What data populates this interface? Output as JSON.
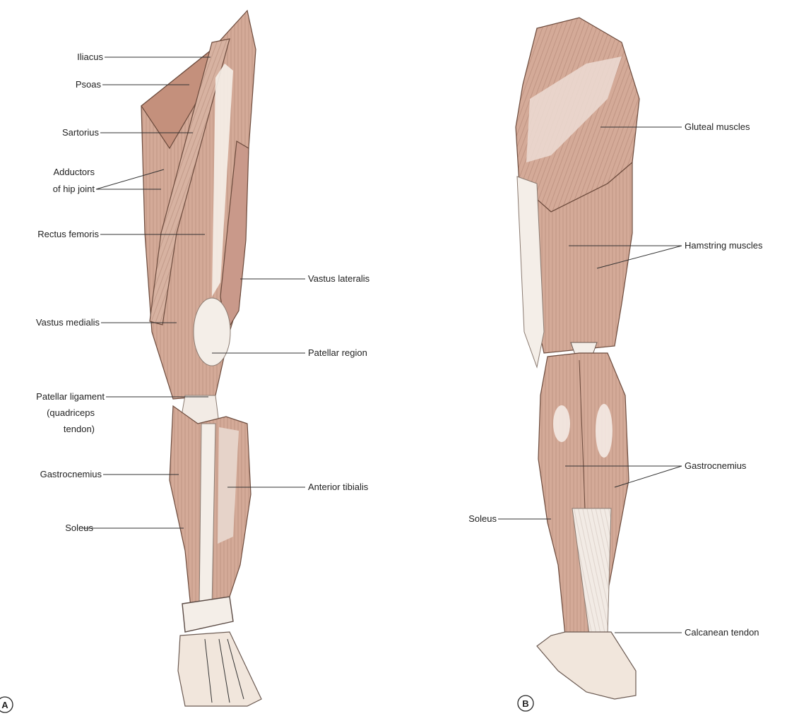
{
  "colors": {
    "muscle": "#d4aa98",
    "muscle_dark": "#c4907c",
    "tendon": "#f4eee8",
    "skin": "#f1e6dc",
    "line": "#333333"
  },
  "panel_a": {
    "letter": "A",
    "labels": {
      "iliacus": "Iliacus",
      "psoas": "Psoas",
      "sartorius": "Sartorius",
      "adductors_1": "Adductors",
      "adductors_2": "of hip joint",
      "rectus_femoris": "Rectus femoris",
      "vastus_medialis": "Vastus medialis",
      "patellar_ligament_1": "Patellar ligament",
      "patellar_ligament_2": "(quadriceps",
      "patellar_ligament_3": "tendon)",
      "gastrocnemius": "Gastrocnemius",
      "soleus": "Soleus",
      "vastus_lateralis": "Vastus lateralis",
      "patellar_region": "Patellar region",
      "anterior_tibialis": "Anterior tibialis"
    }
  },
  "panel_b": {
    "letter": "B",
    "labels": {
      "gluteal_muscles": "Gluteal muscles",
      "hamstring_muscles": "Hamstring muscles",
      "gastrocnemius": "Gastrocnemius",
      "soleus": "Soleus",
      "calcanean_tendon": "Calcanean tendon"
    }
  }
}
